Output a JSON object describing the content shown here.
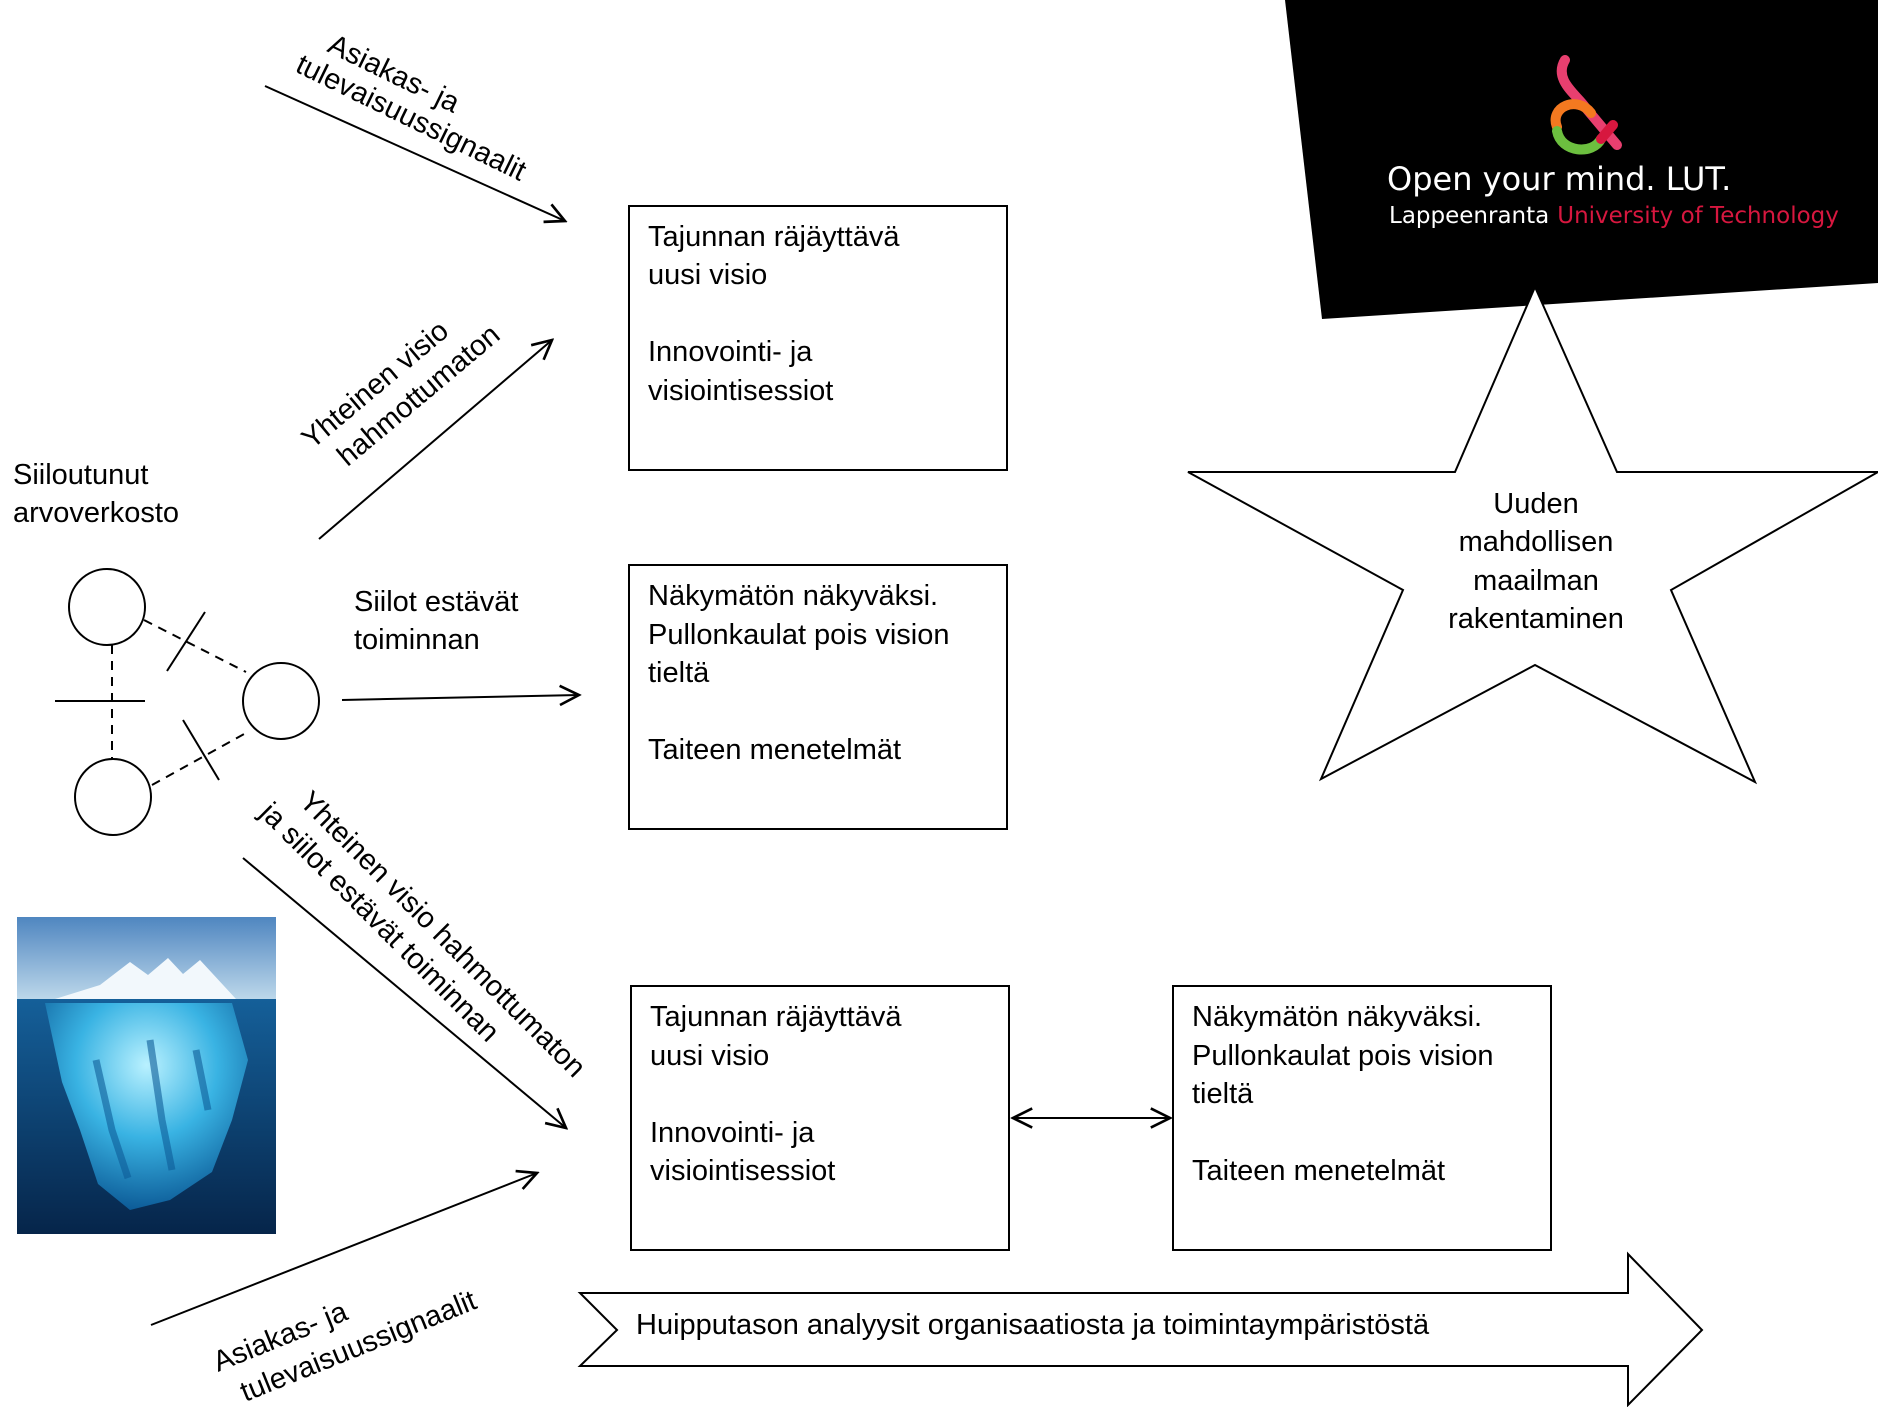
{
  "logo": {
    "slogan": "Open your mind. LUT.",
    "sub_part1": "Lappeenranta",
    "sub_part2": "University of Technology",
    "bg_color": "#000000",
    "accent_color": "#d7173f"
  },
  "network": {
    "title_line1": "Siiloutunut",
    "title_line2": "arvoverkosto"
  },
  "arrow_labels": {
    "top_signals_line1": "Asiakas- ja",
    "top_signals_line2": "tulevaisuussignaalit",
    "vision_line1": "Yhteinen visio",
    "vision_line2": "hahmottumaton",
    "silos_line1": "Siilot estävät",
    "silos_line2": "toiminnan",
    "combined_line1": "Yhteinen visio hahmottumaton",
    "combined_line2": "ja siilot estävät toiminnan",
    "bottom_signals_line1": "Asiakas- ja",
    "bottom_signals_line2": "tulevaisuussignaalit"
  },
  "boxes": {
    "top": {
      "line1": "Tajunnan räjäyttävä",
      "line2": "uusi visio",
      "line3": "Innovointi- ja",
      "line4": "visiointisessiot"
    },
    "middle": {
      "line1": "Näkymätön näkyväksi.",
      "line2": "Pullonkaulat pois vision",
      "line3": "tieltä",
      "line4": "Taiteen menetelmät"
    },
    "bottom_left": {
      "line1": "Tajunnan räjäyttävä",
      "line2": "uusi visio",
      "line3": "Innovointi- ja",
      "line4": "visiointisessiot"
    },
    "bottom_right": {
      "line1": "Näkymätön näkyväksi.",
      "line2": "Pullonkaulat pois vision",
      "line3": "tieltä",
      "line4": "Taiteen menetelmät"
    }
  },
  "star": {
    "line1": "Uuden",
    "line2": "mahdollisen",
    "line3": "maailman",
    "line4": "rakentaminen"
  },
  "big_arrow": {
    "label": "Huipputason analyysit organisaatiosta ja toimintaympäristöstä"
  },
  "iceberg": {
    "sky_color": "#7fb2d8",
    "water_color": "#0b4f8a",
    "ice_color": "#6fd0f0"
  }
}
